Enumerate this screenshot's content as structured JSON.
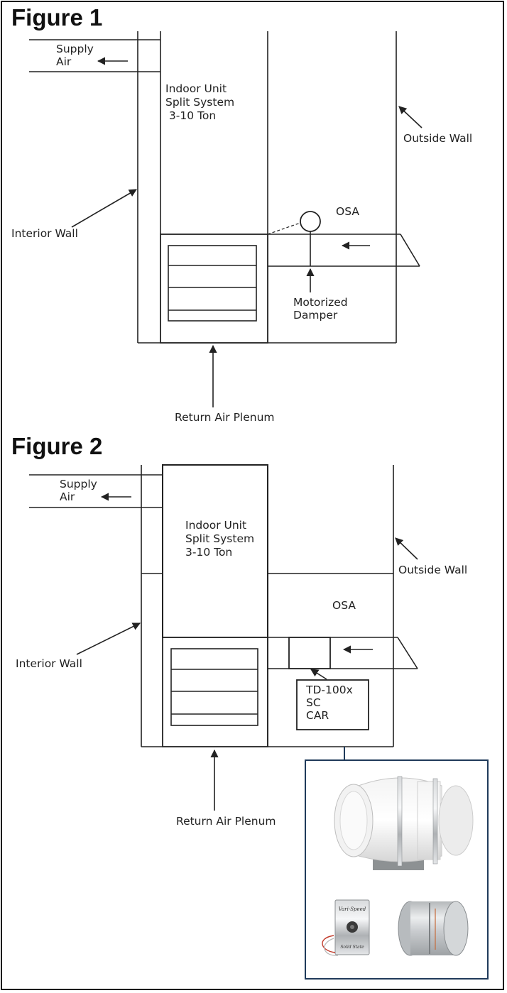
{
  "figure1": {
    "title": "Figure 1",
    "labels": {
      "supply_air": [
        "Supply",
        "Air"
      ],
      "indoor_unit": [
        "Indoor Unit",
        "Split System",
        " 3-10 Ton"
      ],
      "outside_wall": "Outside Wall",
      "interior_wall": "Interior Wall",
      "osa": "OSA",
      "motorized_damper": [
        "Motorized",
        "Damper"
      ],
      "return_air_plenum": "Return Air Plenum"
    }
  },
  "figure2": {
    "title": "Figure 2",
    "labels": {
      "supply_air": [
        "Supply",
        "Air"
      ],
      "indoor_unit": [
        "Indoor Unit",
        "Split System",
        "3-10 Ton"
      ],
      "outside_wall": "Outside Wall",
      "interior_wall": "Interior Wall",
      "osa": "OSA",
      "fan_box": [
        "TD-100x",
        "SC",
        "CAR"
      ],
      "return_air_plenum": "Return Air Plenum"
    },
    "product_photo": {
      "speed_control_plate_text": [
        "Vari-Speed",
        "Solid State"
      ]
    }
  },
  "colors": {
    "line": "#222222",
    "photo_frame": "#1f3a5a"
  }
}
